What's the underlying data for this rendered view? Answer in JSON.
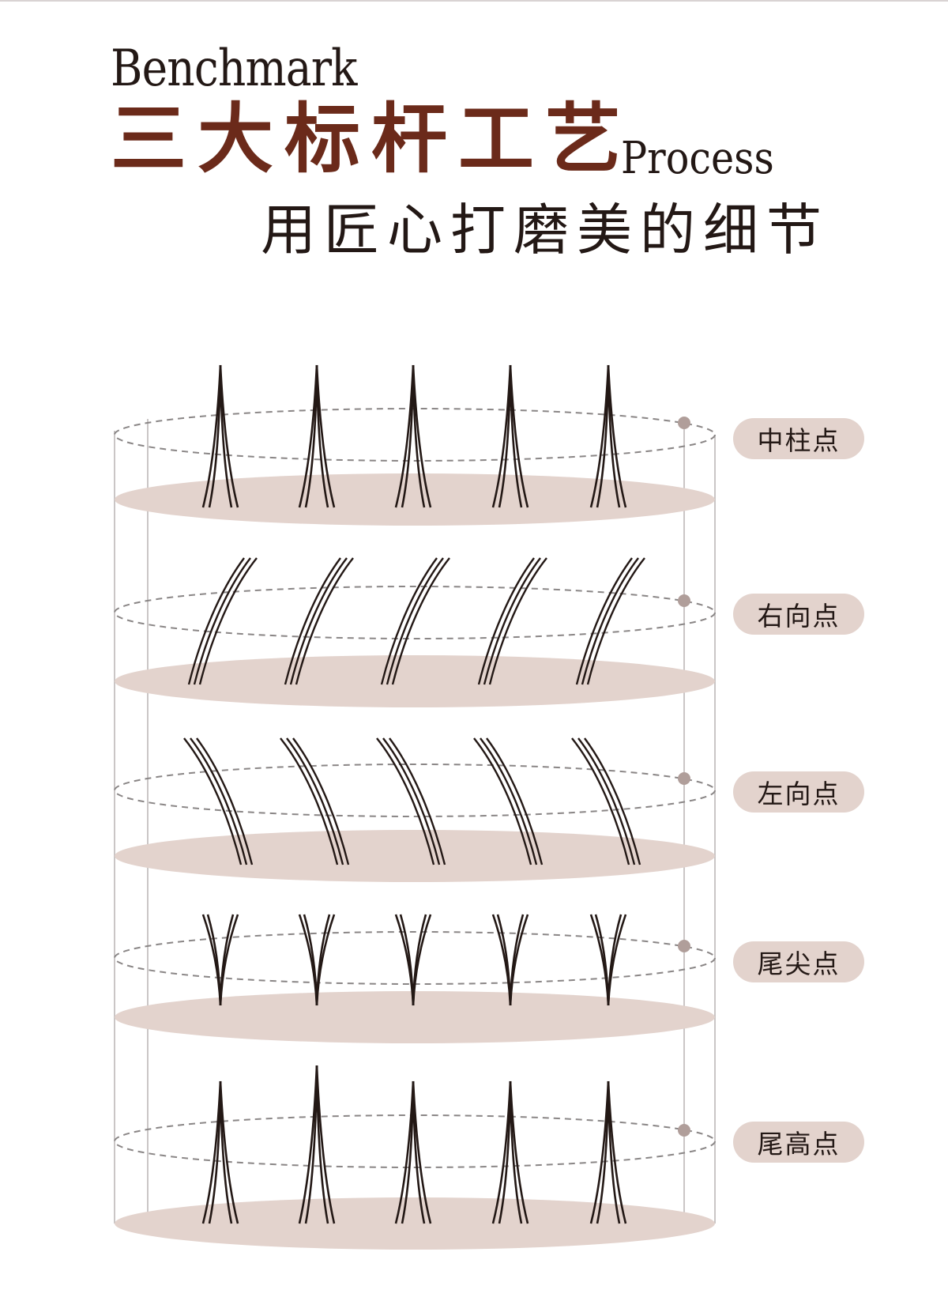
{
  "header": {
    "title_en": "Benchmark",
    "title_cn": "三大标杆工艺",
    "title_suffix": "Process",
    "subtitle": "用匠心打磨美的细节"
  },
  "colors": {
    "title_brown": "#6b2a1a",
    "text_dark": "#231815",
    "pill_bg": "#e3d3cd",
    "base_ellipse": "#e3d3cd",
    "dot": "#b09e9a",
    "guide_line": "#b8b4b4",
    "dash": "#8a8686"
  },
  "layers": [
    {
      "label": "中柱点",
      "style": "center-pillar"
    },
    {
      "label": "右向点",
      "style": "right-leaning"
    },
    {
      "label": "左向点",
      "style": "left-leaning"
    },
    {
      "label": "尾尖点",
      "style": "tail-tip"
    },
    {
      "label": "尾高点",
      "style": "tail-high"
    }
  ]
}
